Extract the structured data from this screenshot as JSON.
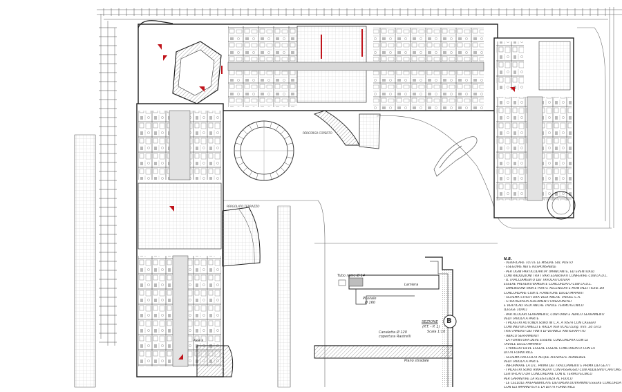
{
  "notes": {
    "heading": "N.B.",
    "lines": [
      "- VERIFICARE TUTTE LE MISURE SUL POSTO",
      "- ESEGUIRE NEI E RESPONSABILE",
      "- PER OGNI PARTICOLARITA' (MANCANTE, ED EVENTUALI)",
      "  CONTRADDIZIONI TRA I VARI ELABORATI CONFERIRE CON LA D.L.",
      "- IL TRACCIAMENTO DEI TAVOLATI DOVRA",
      "  ESSERE PREVENTIVAMENTE CONCORDATO CON LA D.L.",
      "- DIMENSIONI VANI E PORTE ASCENSORI E MONTALETTIGHE DA",
      "  CONCORDARE CON IL FORNITORE DEGLI IMPIANTI",
      "- SCHEMA STRUTTURA VEDI ANCHE TAVOLE C.A.",
      "- STRATIGRAFIA ISOLAMENTI ORIZZONTALI",
      "  E VERTICALI VEDI ANCHE TAVOLE TERMOTECNICO",
      "  (LEGGE 10/91)",
      "- PARTICOLARI SERRAMENTI, CONTORNI E ABACO SERRAMENTI",
      "  VEDI TAVOLA A PARTE",
      "- I PILASTRI ROTONDI SONO IN C.A. A VISTA CON CASSERI",
      "  CONTINUI IN LAMELLI E RALLA VERTICALI Lung. mm. 20 circa",
      "  TRATTAMENTI DEI FINITI DI VERNICE ANTIGRAFFITO",
      "- ABACO SERRAMENTI",
      "- LA FORNITURA DEVE ESSERE CONCORDATA CON LE",
      "  TAVOLE DEGLI IMPIANTI",
      "- L'ARREDO DEVE ESSERE ESSERE CONCORDATO CON LA",
      "  DITTA FORNITRICE",
      "- SCHEMA RACCOLTA ACQUE PLUVIALI E PENDENZE",
      "  VEDI TAVOLA A PARTE",
      "- INFORMARE LA D.L. PRIMA DEI TRACCIAMENTI E PRIMA DEI GETTI",
      "- I PILASTRI SONO RINFORZATI CON FISSAGGIO CON ADDESIVO CARTONGESSO",
      "  CERTIFICATO DA CONCORDARE CON IL TERMOTECNICO",
      "  PER GARANTIRE LA RESISTENZA AL FUOCO",
      "- LE CELLULE PREFABBRICATE DEI BAGNI DOVRANNO ESSERE CONCORDATE",
      "  CON GLI IMPIANTISTI E LA DITTA FORNITRICE"
    ]
  },
  "section": {
    "title": "SEZIONE",
    "ref": "(P.T. - P. 1)",
    "scale": "Scala 1:10",
    "letter": "B",
    "labels": [
      "Pluviale",
      "Ø 160",
      "Lamiera",
      "Canaletta Ø 120",
      "copertura Rastrelli",
      "Tubo rame Ø 14",
      "Piano stradale"
    ]
  },
  "plan": {
    "labels": [
      "PERCORSO COPERTO",
      "PERGOLATO TERRAZZO",
      "ASSE 9"
    ]
  },
  "colors": {
    "line": "#3a3a3a",
    "wall": "#1e1e1e",
    "hatch": "#8a8a8a",
    "fire_door": "#c0141b",
    "paper": "#ffffff"
  }
}
